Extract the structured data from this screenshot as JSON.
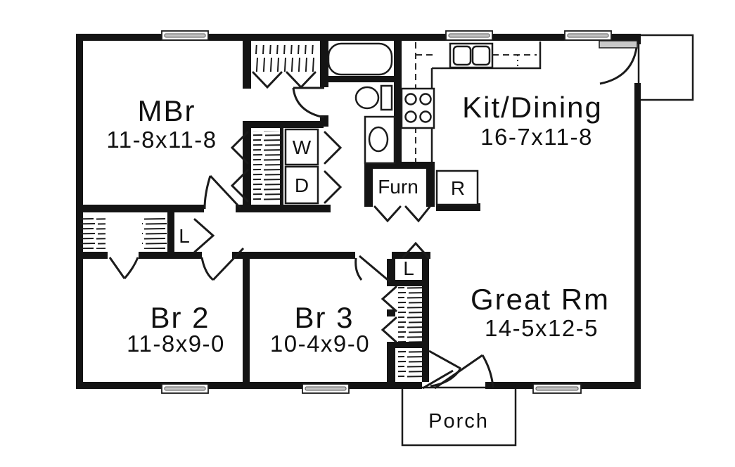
{
  "plan": {
    "rooms": [
      {
        "key": "mbr",
        "name": "MBr",
        "dims": "11-8x11-8"
      },
      {
        "key": "kit_dining",
        "name": "Kit/Dining",
        "dims": "16-7x11-8"
      },
      {
        "key": "br2",
        "name": "Br 2",
        "dims": "11-8x9-0"
      },
      {
        "key": "br3",
        "name": "Br 3",
        "dims": "10-4x9-0"
      },
      {
        "key": "great_rm",
        "name": "Great Rm",
        "dims": "14-5x12-5"
      },
      {
        "key": "porch",
        "name": "Porch",
        "dims": ""
      }
    ],
    "labels": {
      "washer": "W",
      "dryer": "D",
      "furnace": "Furn",
      "refrigerator": "R",
      "linen_hall": "L",
      "linen_entry": "L"
    },
    "colors": {
      "walls": "#141414",
      "background": "#ffffff",
      "window_glass": "#c4c4c4"
    }
  }
}
